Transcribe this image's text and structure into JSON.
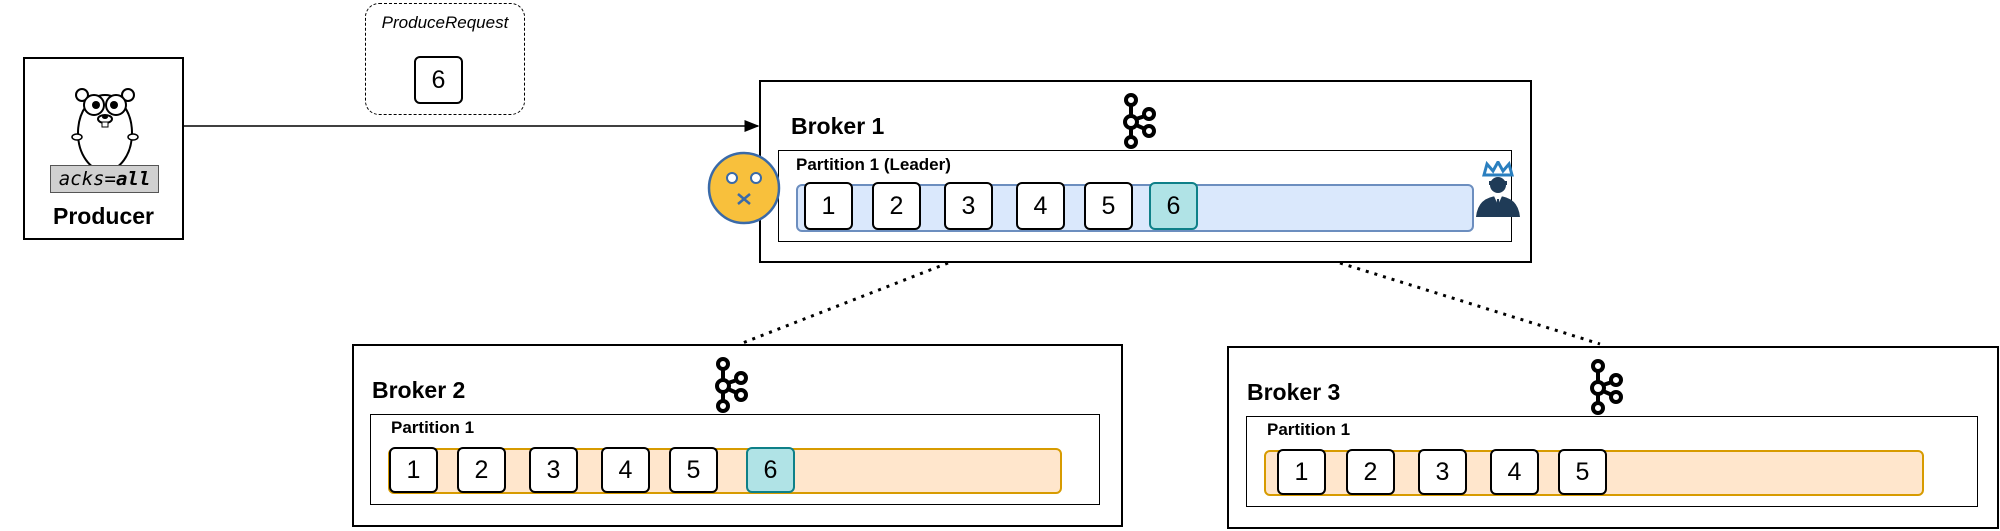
{
  "producer": {
    "label": "Producer",
    "acks_key": "acks=",
    "acks_value": "all"
  },
  "request": {
    "label": "ProduceRequest",
    "message": "6"
  },
  "brokers": [
    {
      "title": "Broker 1",
      "partition": "Partition 1 (Leader)",
      "messages": [
        "1",
        "2",
        "3",
        "4",
        "5",
        "6"
      ]
    },
    {
      "title": "Broker 2",
      "partition": "Partition 1",
      "messages": [
        "1",
        "2",
        "3",
        "4",
        "5",
        "6"
      ]
    },
    {
      "title": "Broker 3",
      "partition": "Partition 1",
      "messages": [
        "1",
        "2",
        "3",
        "4",
        "5"
      ]
    }
  ],
  "colors": {
    "leader_bar": "#dae8fc",
    "follower_bar": "#ffe6cc",
    "new_message": "#b0e3e6",
    "dead_face": "#f8c03c",
    "crown": "#2a7fbf",
    "manager": "#1f3b57"
  },
  "icons": {
    "producer": "gopher-icon",
    "broker": "kafka-icon",
    "failure": "dead-face-icon",
    "leader": "leader-crown-icon"
  }
}
